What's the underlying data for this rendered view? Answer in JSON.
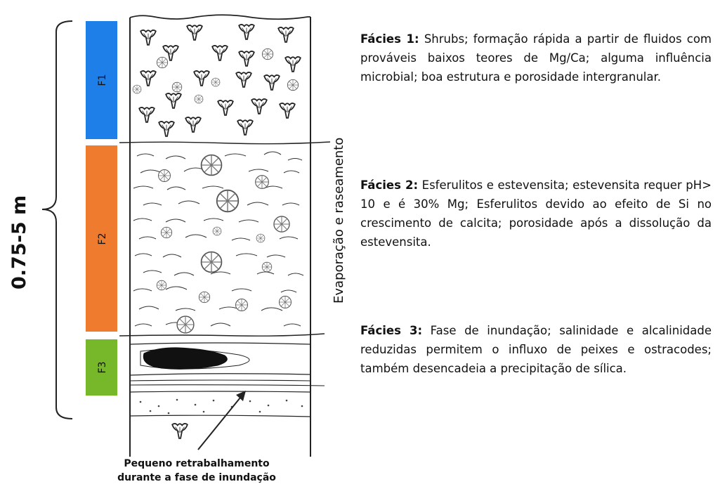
{
  "thickness_label": "0.75-5 m",
  "trend_label": "Evaporação e raseamento",
  "facies": [
    {
      "code": "F1",
      "color": "#1f7fe8"
    },
    {
      "code": "F2",
      "color": "#ef7b2e"
    },
    {
      "code": "F3",
      "color": "#76b82a"
    }
  ],
  "descriptions": [
    {
      "title": "Fácies 1:",
      "text": "Shrubs; formação rápida a partir de fluidos com prováveis baixos teores de Mg/Ca; alguma influência microbial; boa estrutura e porosidade intergranular."
    },
    {
      "title": "Fácies 2:",
      "text": "Esferulitos e estevensita; estevensita requer pH> 10 e é 30% Mg; Esferulitos devido ao efeito de Si no crescimento de calcita; porosidade após a dissolução da estevensita."
    },
    {
      "title": "Fácies 3:",
      "text": "Fase de inundação; salinidade e alcalinidade reduzidas permitem o influxo de peixes e ostracodes; também desencadeia a precipitação de sílica."
    }
  ],
  "caption": {
    "line1": "Pequeno retrabalhamento",
    "line2": "durante a fase de inundação"
  }
}
